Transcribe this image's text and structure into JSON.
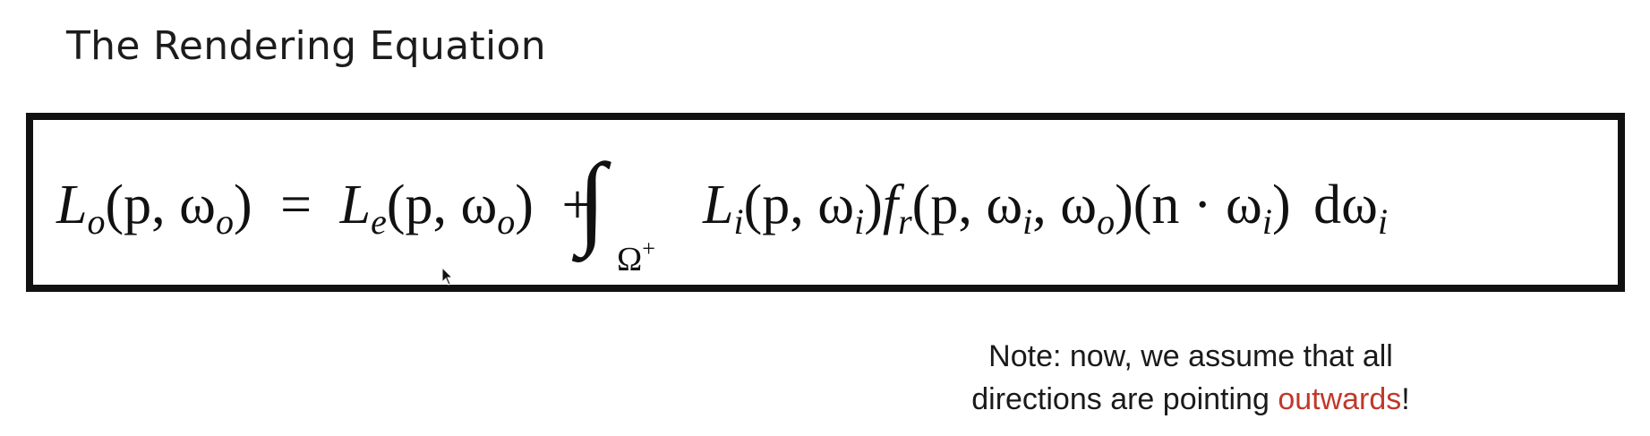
{
  "slide": {
    "title": "The Rendering Equation",
    "equation": {
      "lhs_symbol": "L",
      "lhs_sub": "o",
      "lhs_args": "(p, ω",
      "lhs_args_sub": "o",
      "lhs_close": ")",
      "equals": "=",
      "emit_symbol": "L",
      "emit_sub": "e",
      "emit_args": "(p, ω",
      "emit_args_sub": "o",
      "emit_close": ")",
      "plus": "+",
      "integral": "∫",
      "integral_domain": "Ω",
      "integral_domain_sup": "+",
      "incident_symbol": "L",
      "incident_sub": "i",
      "incident_args": "(p, ω",
      "incident_args_sub": "i",
      "incident_close": ")",
      "brdf_symbol": "f",
      "brdf_sub": "r",
      "brdf_args": "(p, ω",
      "brdf_args_sub1": "i",
      "brdf_args_mid": ", ω",
      "brdf_args_sub2": "o",
      "brdf_close": ")",
      "cos_open": "(n · ω",
      "cos_sub": "i",
      "cos_close": ")",
      "differential": "dω",
      "differential_sub": "i"
    },
    "note": {
      "line1": "Note: now, we assume that all",
      "line2_prefix": "directions are pointing ",
      "line2_highlight": "outwards",
      "line2_suffix": "!"
    },
    "colors": {
      "highlight": "#c0392b",
      "text": "#1a1a1a",
      "border": "#111111"
    }
  }
}
